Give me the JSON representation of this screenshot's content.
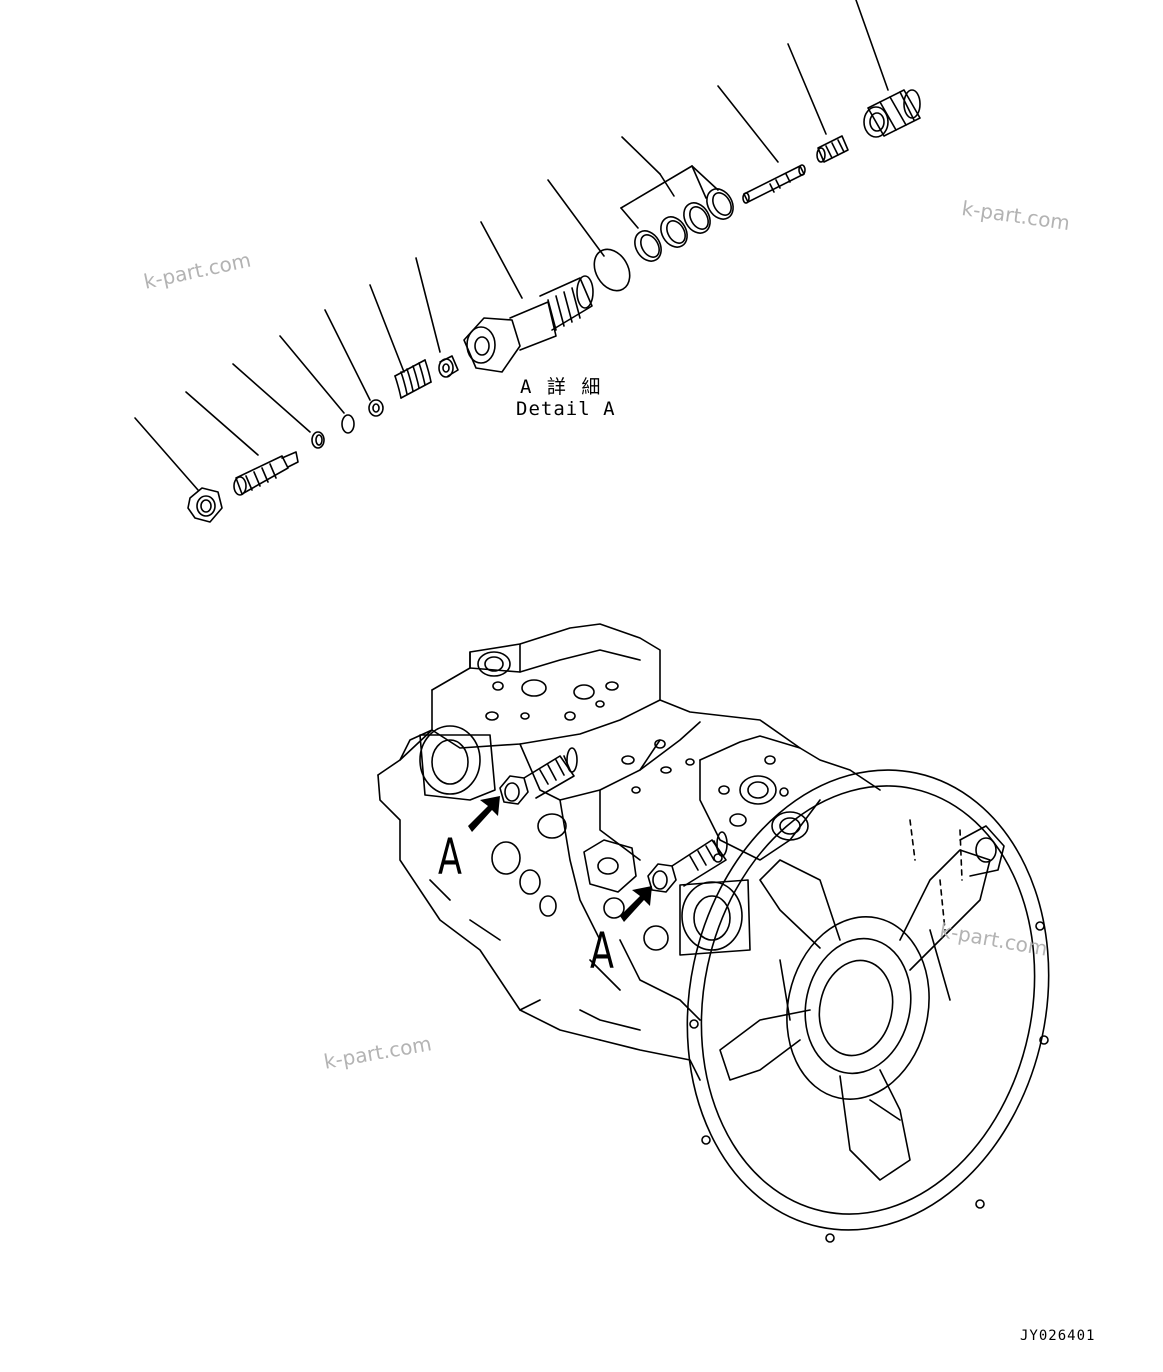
{
  "detail": {
    "title_jp": "A 詳 細",
    "title_en": "Detail A"
  },
  "callouts": [
    {
      "label": "A"
    },
    {
      "label": "A"
    }
  ],
  "watermarks": [
    {
      "text": "k-part.com"
    },
    {
      "text": "k-part.com"
    },
    {
      "text": "k-part.com"
    },
    {
      "text": "k-part.com"
    }
  ],
  "drawing_code": "JY026401",
  "colors": {
    "line": "#000000",
    "watermark": "#b3b3b3",
    "background": "#ffffff"
  }
}
